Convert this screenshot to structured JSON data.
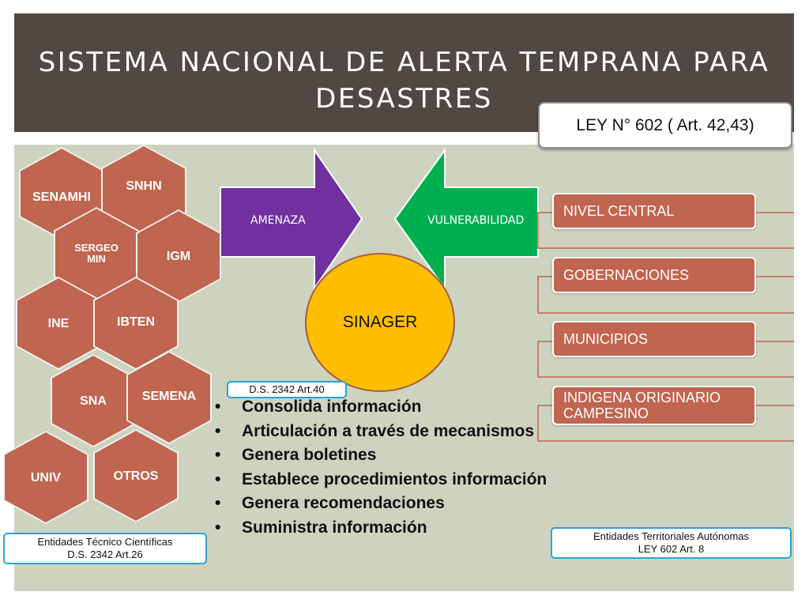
{
  "title": "Sistema Nacional de Alerta Temprana para Desastres",
  "ley_box": "LEY N° 602 ( Art. 42,43)",
  "hexagons": [
    {
      "label": "SENAMHI"
    },
    {
      "label": "SNHN"
    },
    {
      "label": "SERGEO MIN"
    },
    {
      "label": "IGM"
    },
    {
      "label": "INE"
    },
    {
      "label": "IBTEN"
    },
    {
      "label": "SNA"
    },
    {
      "label": "SEMENA"
    },
    {
      "label": "UNIV"
    },
    {
      "label": "OTROS"
    }
  ],
  "arrows": {
    "amenaza": {
      "label": "AMENAZA",
      "color": "#7030a0"
    },
    "vulnerabilidad": {
      "label": "VULNERABILIDAD",
      "color": "#00b050"
    }
  },
  "center": {
    "label": "SINAGER",
    "color": "#ffbf00"
  },
  "ds_center": "D.S. 2342 Art.40",
  "bullets": [
    "Consolida información",
    "Articulación a través de mecanismos",
    "Genera boletines",
    "Establece procedimientos información",
    "Genera recomendaciones",
    "Suministra información"
  ],
  "entities": [
    {
      "label": "NIVEL CENTRAL"
    },
    {
      "label": "GOBERNACIONES"
    },
    {
      "label": "MUNICIPIOS"
    },
    {
      "label": "INDIGENA ORIGINARIO CAMPESINO"
    }
  ],
  "left_caption": {
    "line1": "Entidades Técnico Científicas",
    "line2": "D.S. 2342 Art.26"
  },
  "right_caption": {
    "line1": "Entidades Territoriales Autónomas",
    "line2": "LEY 602 Art. 8"
  },
  "colors": {
    "header": "#514843",
    "panel": "#cdd3bf",
    "hex": "#c0654f",
    "outline": "#2aa3d8"
  }
}
